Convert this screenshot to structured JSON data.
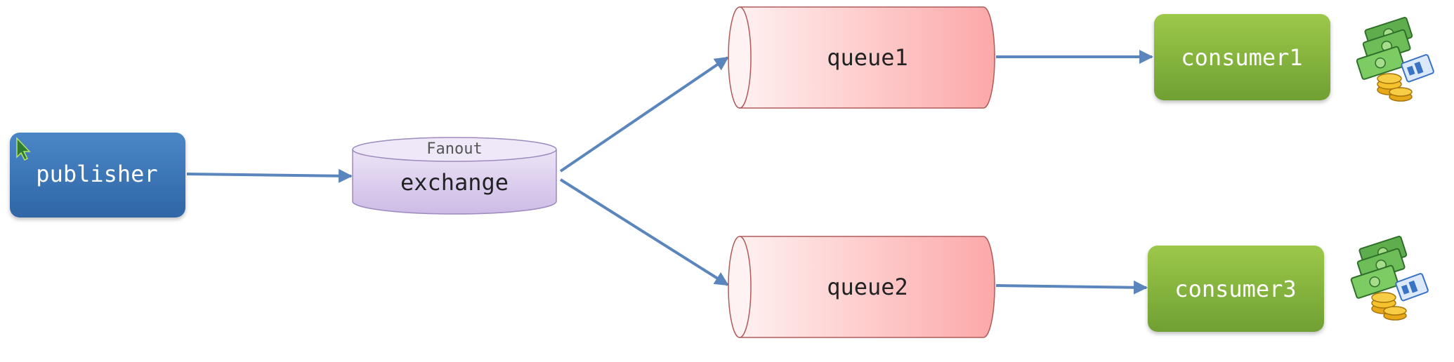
{
  "publisher": {
    "label": "publisher"
  },
  "exchange": {
    "type_label": "Fanout",
    "label": "exchange"
  },
  "queues": [
    {
      "label": "queue1"
    },
    {
      "label": "queue2"
    }
  ],
  "consumers": [
    {
      "label": "consumer1"
    },
    {
      "label": "consumer3"
    }
  ],
  "icons": {
    "cursor": "cursor-icon",
    "money": "money-icon"
  },
  "colors": {
    "publisher": "#3d76b6",
    "exchange": "#ddd0ee",
    "queue": "#fcb0b0",
    "consumer": "#86b53a",
    "arrow": "#5a86bd"
  }
}
